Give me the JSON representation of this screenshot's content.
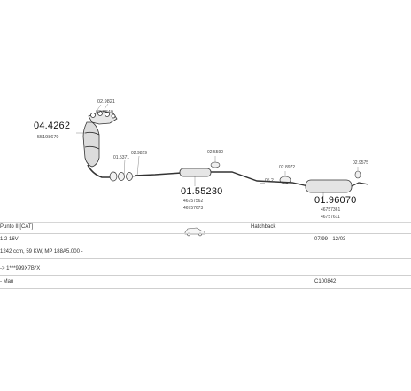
{
  "diagram": {
    "part_labels": {
      "p1_code": "04.4262",
      "p1_ref": "55198679",
      "p2_code": "02.9821",
      "p2_ref": "02.9840",
      "p3_code": "01.5371",
      "p4_code": "02.9829",
      "p5_code": "02.5590",
      "p6_code": "01.55230",
      "p6_ref1": "46757562",
      "p6_ref2": "46757673",
      "p7_code": "05.2",
      "p8_code": "02.8972",
      "p9_code": "02.9575",
      "p10_code": "01.96070",
      "p10_ref1": "46757361",
      "p10_ref2": "46757611"
    }
  },
  "details": {
    "model": "Punto II [CAT]",
    "body_type": "Hatchback",
    "engine": "1.2 16V",
    "years": "07/99 - 12/03",
    "spec": "1242 ccm, 59 KW, MP 188A5.000 -",
    "chassis": "-> 1***999X7B*X",
    "gearbox": "- Man",
    "code": "C100842"
  },
  "icons": {
    "car_icon": "hatchback-car-icon"
  }
}
